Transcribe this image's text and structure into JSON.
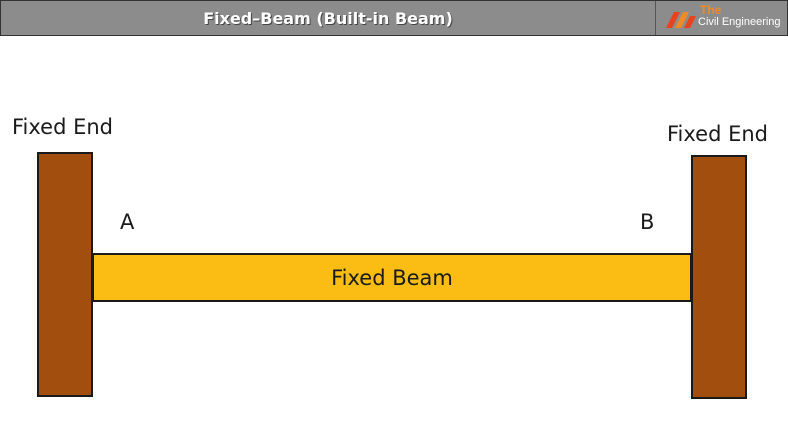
{
  "header": {
    "title": "Fixed–Beam (Built-in Beam)",
    "logo": {
      "line1": "The",
      "line2": "Civil Engineering"
    }
  },
  "diagram": {
    "left_label": "Fixed End",
    "right_label": "Fixed End",
    "point_a": "A",
    "point_b": "B",
    "beam_label": "Fixed Beam"
  },
  "colors": {
    "header_bg": "#8c8c8c",
    "wall": "#a14e0f",
    "beam": "#fbbd14",
    "logo_accent": "#f08a24"
  }
}
